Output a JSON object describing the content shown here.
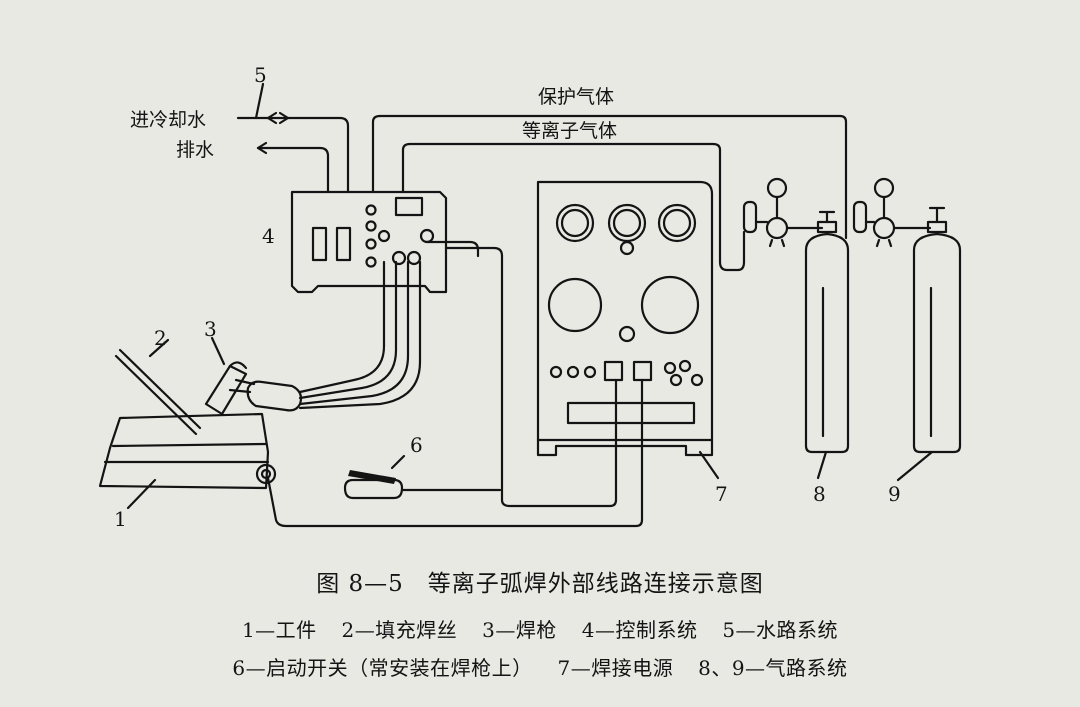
{
  "figure": {
    "title": "图 8—5　等离子弧焊外部线路连接示意图"
  },
  "labels": {
    "cooling_in": "进冷却水",
    "drain": "排水",
    "shield_gas": "保护气体",
    "plasma_gas": "等离子气体",
    "n1": "1",
    "n2": "2",
    "n3": "3",
    "n4": "4",
    "n5": "5",
    "n6": "6",
    "n7": "7",
    "n8": "8",
    "n9": "9"
  },
  "legend": {
    "line1": [
      "1—工件",
      "2—填充焊丝",
      "3—焊枪",
      "4—控制系统",
      "5—水路系统"
    ],
    "line2": [
      "6—启动开关（常安装在焊枪上）",
      "7—焊接电源",
      "8、9—气路系统"
    ]
  },
  "colors": {
    "ink": "#141414",
    "paper": "#e9e9e4"
  }
}
